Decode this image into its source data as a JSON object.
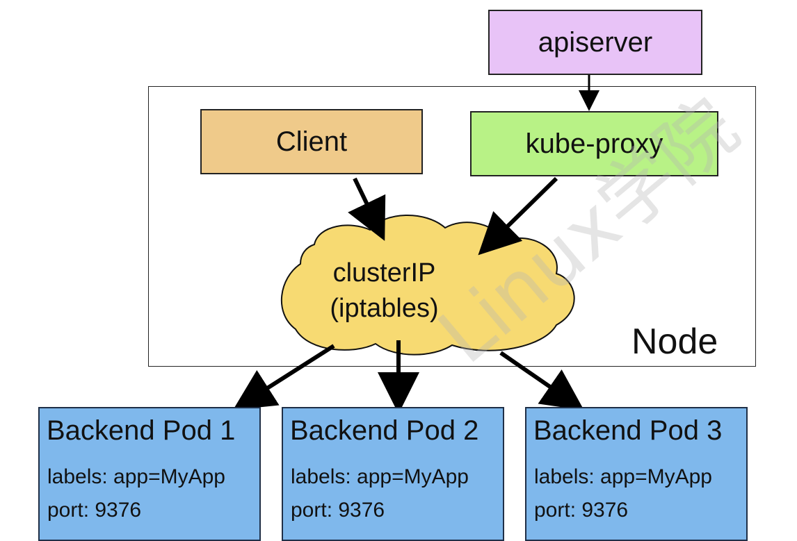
{
  "diagram": {
    "node": {
      "label": "Node"
    },
    "apiserver": {
      "label": "apiserver",
      "color": "#e8c3f7"
    },
    "client": {
      "label": "Client",
      "color": "#efca8a"
    },
    "kube_proxy": {
      "label": "kube-proxy",
      "color": "#b8f286"
    },
    "cluster_ip": {
      "line1": "clusterIP",
      "line2": "(iptables)",
      "color": "#f7da72"
    },
    "pods": [
      {
        "title": "Backend Pod 1",
        "labels": "labels: app=MyApp",
        "port": "port: 9376"
      },
      {
        "title": "Backend Pod 2",
        "labels": "labels: app=MyApp",
        "port": "port: 9376"
      },
      {
        "title": "Backend Pod 3",
        "labels": "labels: app=MyApp",
        "port": "port: 9376"
      }
    ],
    "pod_color": "#7fb8ec",
    "watermark": "Linux学院"
  }
}
